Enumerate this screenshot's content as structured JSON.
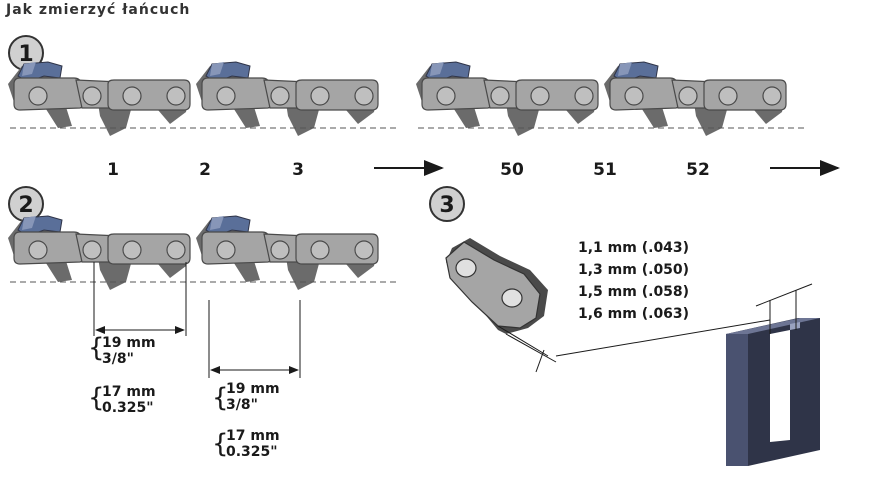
{
  "title": "Jak zmierzyć łańcuch",
  "steps": [
    {
      "badge": "1"
    },
    {
      "badge": "2"
    },
    {
      "badge": "3"
    }
  ],
  "link_counts_left": [
    "1",
    "2",
    "3"
  ],
  "link_counts_right": [
    "50",
    "51",
    "52"
  ],
  "pitch_short": {
    "mm": "19 mm",
    "inch": "3/8\""
  },
  "pitch_short_alt": {
    "mm": "17 mm",
    "inch": "0.325\""
  },
  "pitch_long": {
    "mm": "19 mm",
    "inch": "3/8\""
  },
  "pitch_long_alt": {
    "mm": "17 mm",
    "inch": "0.325\""
  },
  "gauges": [
    "1,1 mm (.043)",
    "1,3 mm (.050)",
    "1,5 mm (.058)",
    "1,6 mm (.063)"
  ],
  "colors": {
    "link_fill": "#a5a5a5",
    "link_stroke": "#4a4a4a",
    "tooth_fill": "#6b6b6b",
    "cutter_blue": "#5a6f99",
    "rivet_fill": "#bfbfbf",
    "badge_fill": "#d0d0d0",
    "bar_front": "#4a5270",
    "bar_side": "#2f3448"
  }
}
